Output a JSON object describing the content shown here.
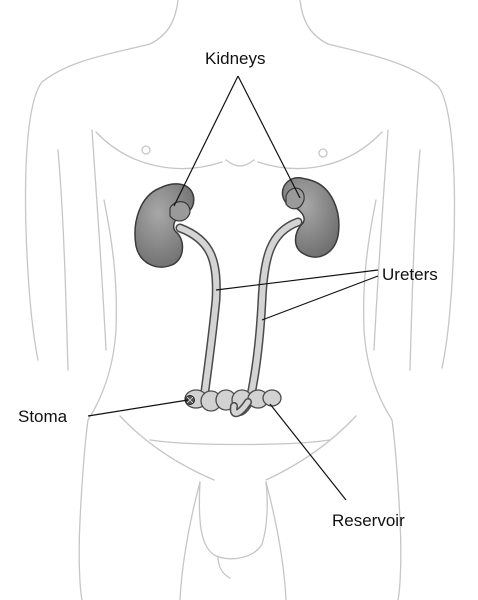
{
  "labels": {
    "kidneys": "Kidneys",
    "ureters": "Ureters",
    "stoma": "Stoma",
    "reservoir": "Reservoir"
  },
  "colors": {
    "body_outline": "#c8c8c8",
    "organ_fill": "#8c8c8c",
    "organ_stroke": "#3a3a3a",
    "tube_fill": "#d2d2d2",
    "leader_line": "#111111"
  }
}
